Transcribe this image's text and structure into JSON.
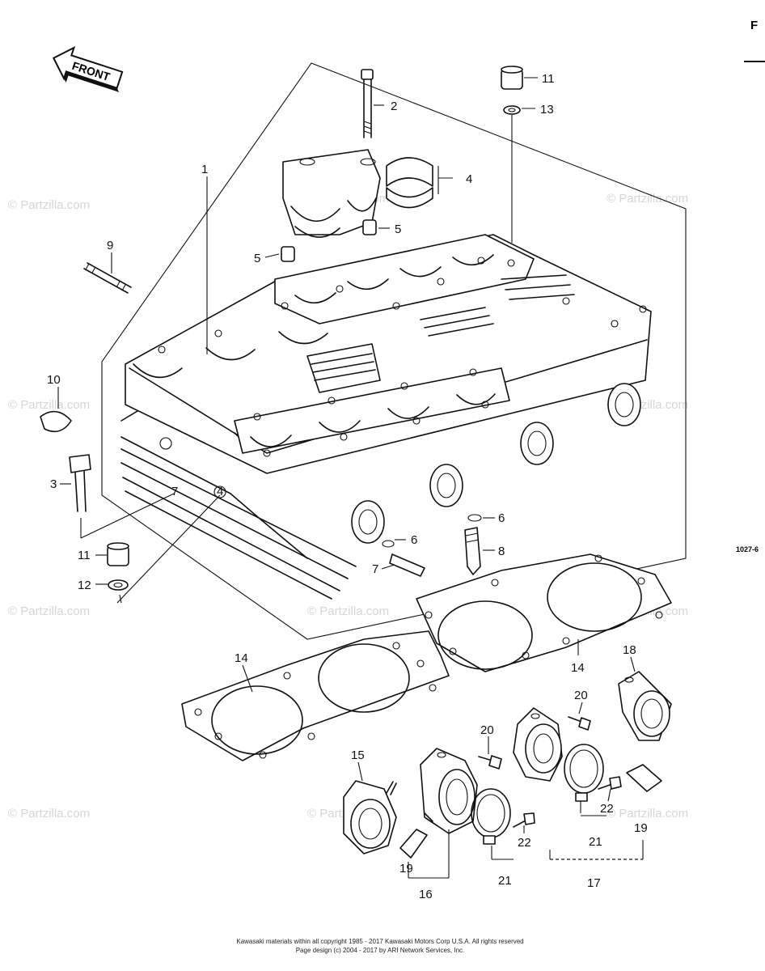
{
  "front_arrow": {
    "label": "FRONT"
  },
  "watermark": {
    "text": "© Partzilla.com"
  },
  "edge_text": {
    "top_right": "F",
    "side_code": "1027-6"
  },
  "callouts": [
    {
      "id": "c1",
      "text": "1"
    },
    {
      "id": "c2",
      "text": "2"
    },
    {
      "id": "c4",
      "text": "4"
    },
    {
      "id": "c5a",
      "text": "5"
    },
    {
      "id": "c5b",
      "text": "5"
    },
    {
      "id": "c9",
      "text": "9"
    },
    {
      "id": "c11a",
      "text": "11"
    },
    {
      "id": "c13",
      "text": "13"
    },
    {
      "id": "c10",
      "text": "10"
    },
    {
      "id": "c3",
      "text": "3"
    },
    {
      "id": "c11b",
      "text": "11"
    },
    {
      "id": "c12",
      "text": "12"
    },
    {
      "id": "c7a",
      "text": "7"
    },
    {
      "id": "c4b",
      "text": "4"
    },
    {
      "id": "c6a",
      "text": "6"
    },
    {
      "id": "c6b",
      "text": "6"
    },
    {
      "id": "c7b",
      "text": "7"
    },
    {
      "id": "c8",
      "text": "8"
    },
    {
      "id": "c14a",
      "text": "14"
    },
    {
      "id": "c14b",
      "text": "14"
    },
    {
      "id": "c18",
      "text": "18"
    },
    {
      "id": "c20a",
      "text": "20"
    },
    {
      "id": "c20b",
      "text": "20"
    },
    {
      "id": "c15",
      "text": "15"
    },
    {
      "id": "c22a",
      "text": "22"
    },
    {
      "id": "c22b",
      "text": "22"
    },
    {
      "id": "c21a",
      "text": "21"
    },
    {
      "id": "c21b",
      "text": "21"
    },
    {
      "id": "c19a",
      "text": "19"
    },
    {
      "id": "c19b",
      "text": "19"
    },
    {
      "id": "c16",
      "text": "16"
    },
    {
      "id": "c17",
      "text": "17"
    }
  ],
  "footer": {
    "line1": "Kawasaki materials within all copyright 1985 - 2017 Kawasaki Motors Corp U.S.A. All rights reserved",
    "line2": "Page design (c) 2004 - 2017 by ARI Network Services, Inc."
  }
}
